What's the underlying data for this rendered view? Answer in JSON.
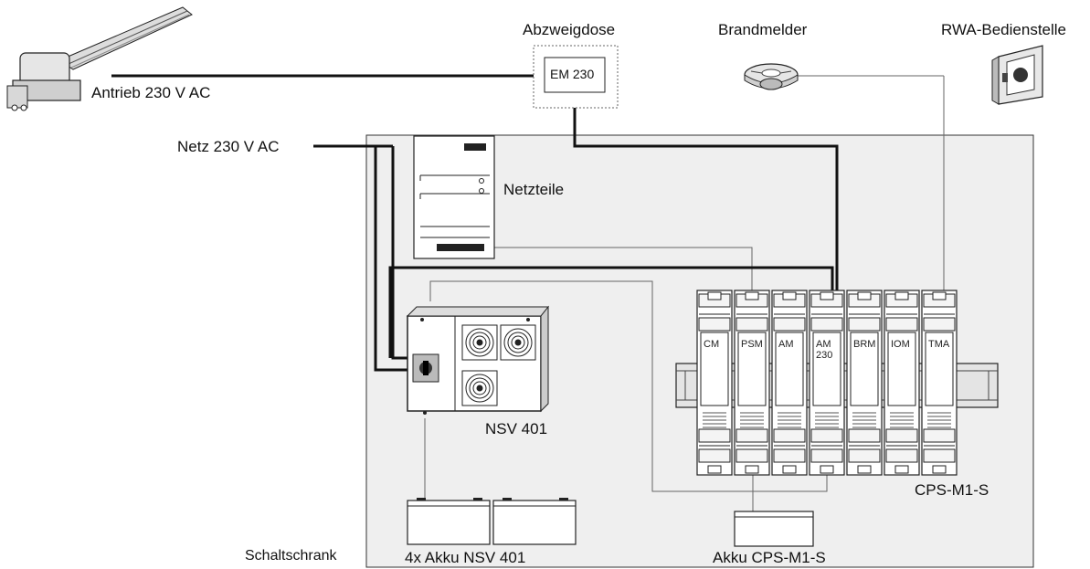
{
  "labels": {
    "abzweigdose": "Abzweigdose",
    "em230": "EM 230",
    "brandmelder": "Brandmelder",
    "rwa": "RWA-Bedienstelle",
    "antrieb": "Antrieb 230 V AC",
    "netz": "Netz 230 V AC",
    "netzteile": "Netzteile",
    "nsv": "NSV 401",
    "cps": "CPS-M1-S",
    "akku_nsv": "4x Akku NSV 401",
    "akku_cps": "Akku CPS-M1-S",
    "schaltschrank": "Schaltschrank"
  },
  "modules": [
    "CM",
    "PSM",
    "AM",
    "AM 230",
    "BRM",
    "IOM",
    "TMA"
  ],
  "colors": {
    "cabinet_fill": "#efefef",
    "cabinet_stroke": "#333333",
    "wire": "#111111",
    "thin_wire": "#666666"
  }
}
